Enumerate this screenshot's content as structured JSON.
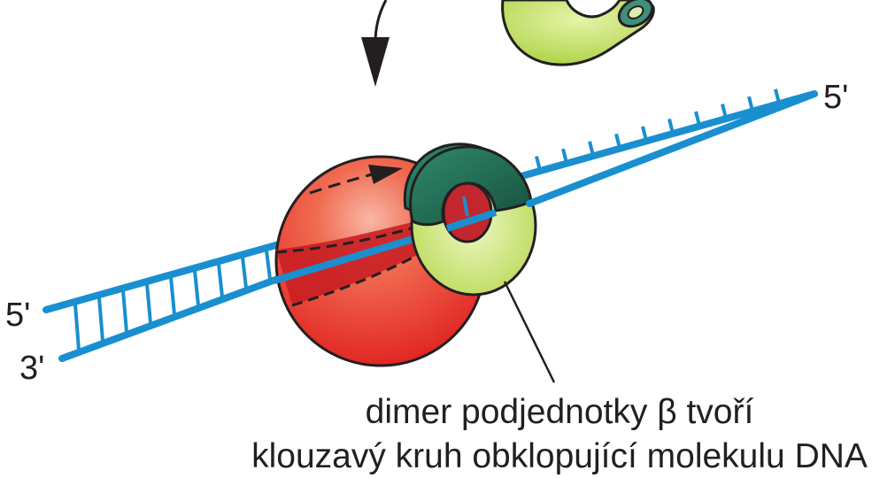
{
  "labels": {
    "top_strand_5prime_right": "5'",
    "top_strand_5prime_left": "5'",
    "bottom_strand_3prime_left": "3'",
    "caption_line1": "dimer podjednotky β tvoří",
    "caption_line2": "klouzavý kruh obklopující molekulu DNA"
  },
  "colors": {
    "dna_strand": "#1a8fd0",
    "polymerase_body": "#e8392f",
    "clamp_light": "#c8e26a",
    "clamp_dark": "#1f6b52",
    "arrow": "#231f20"
  },
  "icons": {
    "top_arrow": "down-arrow",
    "motion_arrow": "dashed-right-arrow"
  }
}
